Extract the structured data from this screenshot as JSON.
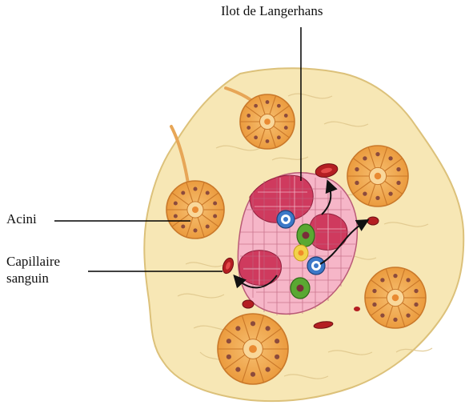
{
  "labels": {
    "islet": "Ilot de Langerhans",
    "acini": "Acini",
    "capillary_line1": "Capillaire",
    "capillary_line2": "sanguin"
  },
  "colors": {
    "tissue": "#f7e7b5",
    "tissue_edge": "#e3c982",
    "acinus_fill": "#f3ae52",
    "acinus_edge": "#c9782a",
    "nucleus": "#8c4b3c",
    "islet_pink": "#f6b6c8",
    "islet_red": "#cf3a5e",
    "alpha_cell": "#3c78c8",
    "beta_cell": "#5aa832",
    "vessel": "#b41e22",
    "duct": "#e7a657",
    "leader_line": "#000000"
  }
}
